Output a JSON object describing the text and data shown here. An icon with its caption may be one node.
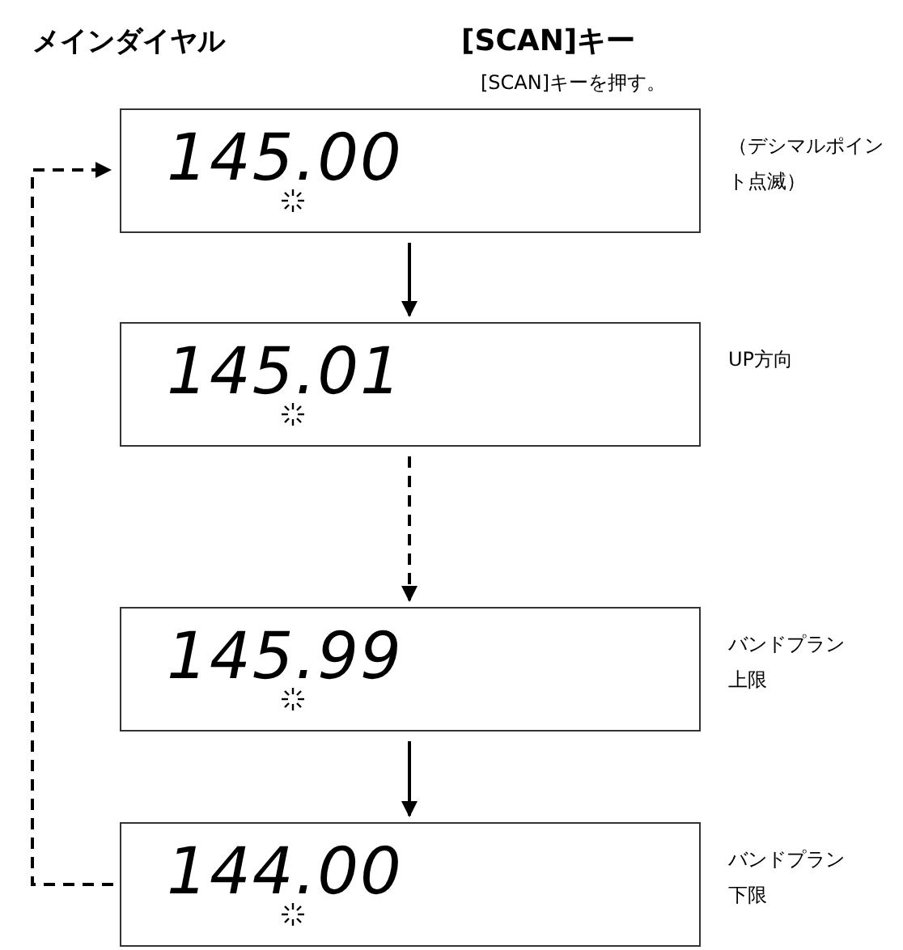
{
  "diagram": {
    "nodes": [
      {
        "text": [
          "145.00"
        ],
        "beside": [
          "（デシマルポイント点滅）"
        ]
      },
      {
        "text": [
          "145.01"
        ],
        "beside": [
          "UP方向"
        ]
      },
      {
        "text": [
          "145.99"
        ],
        "beside": [
          "バンドプラン上限"
        ]
      },
      {
        "text": [
          "144.00"
        ],
        "beside": [
          "バンドプラン下限"
        ]
      }
    ],
    "edges": [
      {
        "from": 0,
        "to": 1,
        "arrow": "to"
      },
      {
        "from": 1,
        "to": 2,
        "arrow": "to",
        "style": "dashed"
      },
      {
        "from": 2,
        "to": 3,
        "arrow": "to"
      },
      {
        "from": 3,
        "to": 0,
        "arrow": "to",
        "style": "dashed"
      }
    ],
    "labels": [
      "メインダイヤル",
      "[SCAN]キー",
      "[SCAN]キーを押す。"
    ]
  }
}
